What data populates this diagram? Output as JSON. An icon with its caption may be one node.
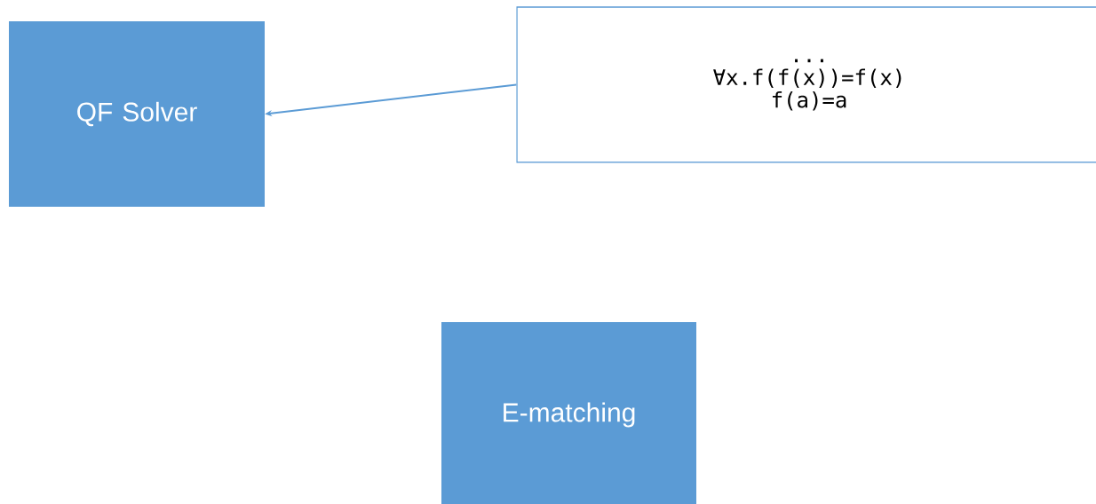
{
  "diagram": {
    "nodes": [
      {
        "text": [
          "QF Solver"
        ]
      },
      {
        "text": [
          "...",
          "∀x.f(f(x))=f(x)",
          "f(a)=a"
        ]
      },
      {
        "text": [
          "E-matching"
        ]
      }
    ],
    "edges": [
      {
        "from": 1,
        "to": 0,
        "arrow": "to"
      }
    ]
  }
}
